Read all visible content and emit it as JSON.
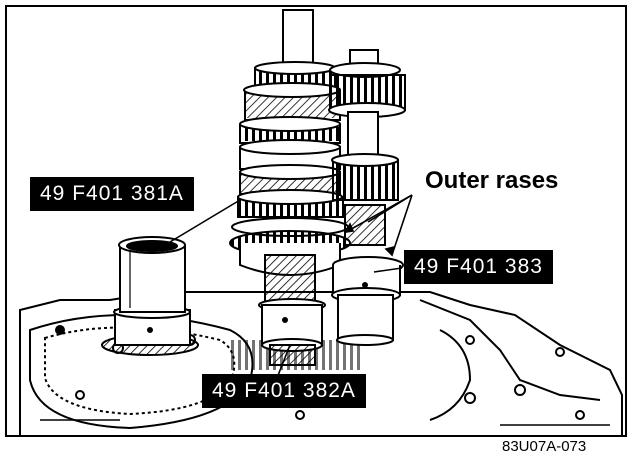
{
  "figure": {
    "callouts": {
      "tool_381a": "49 F401 381A",
      "tool_383": "49 F401 383",
      "tool_382a": "49 F401 382A",
      "outer_races": "Outer rases"
    },
    "figure_code": "83U07A-073",
    "colors": {
      "ink": "#000000",
      "paper": "#ffffff"
    }
  }
}
